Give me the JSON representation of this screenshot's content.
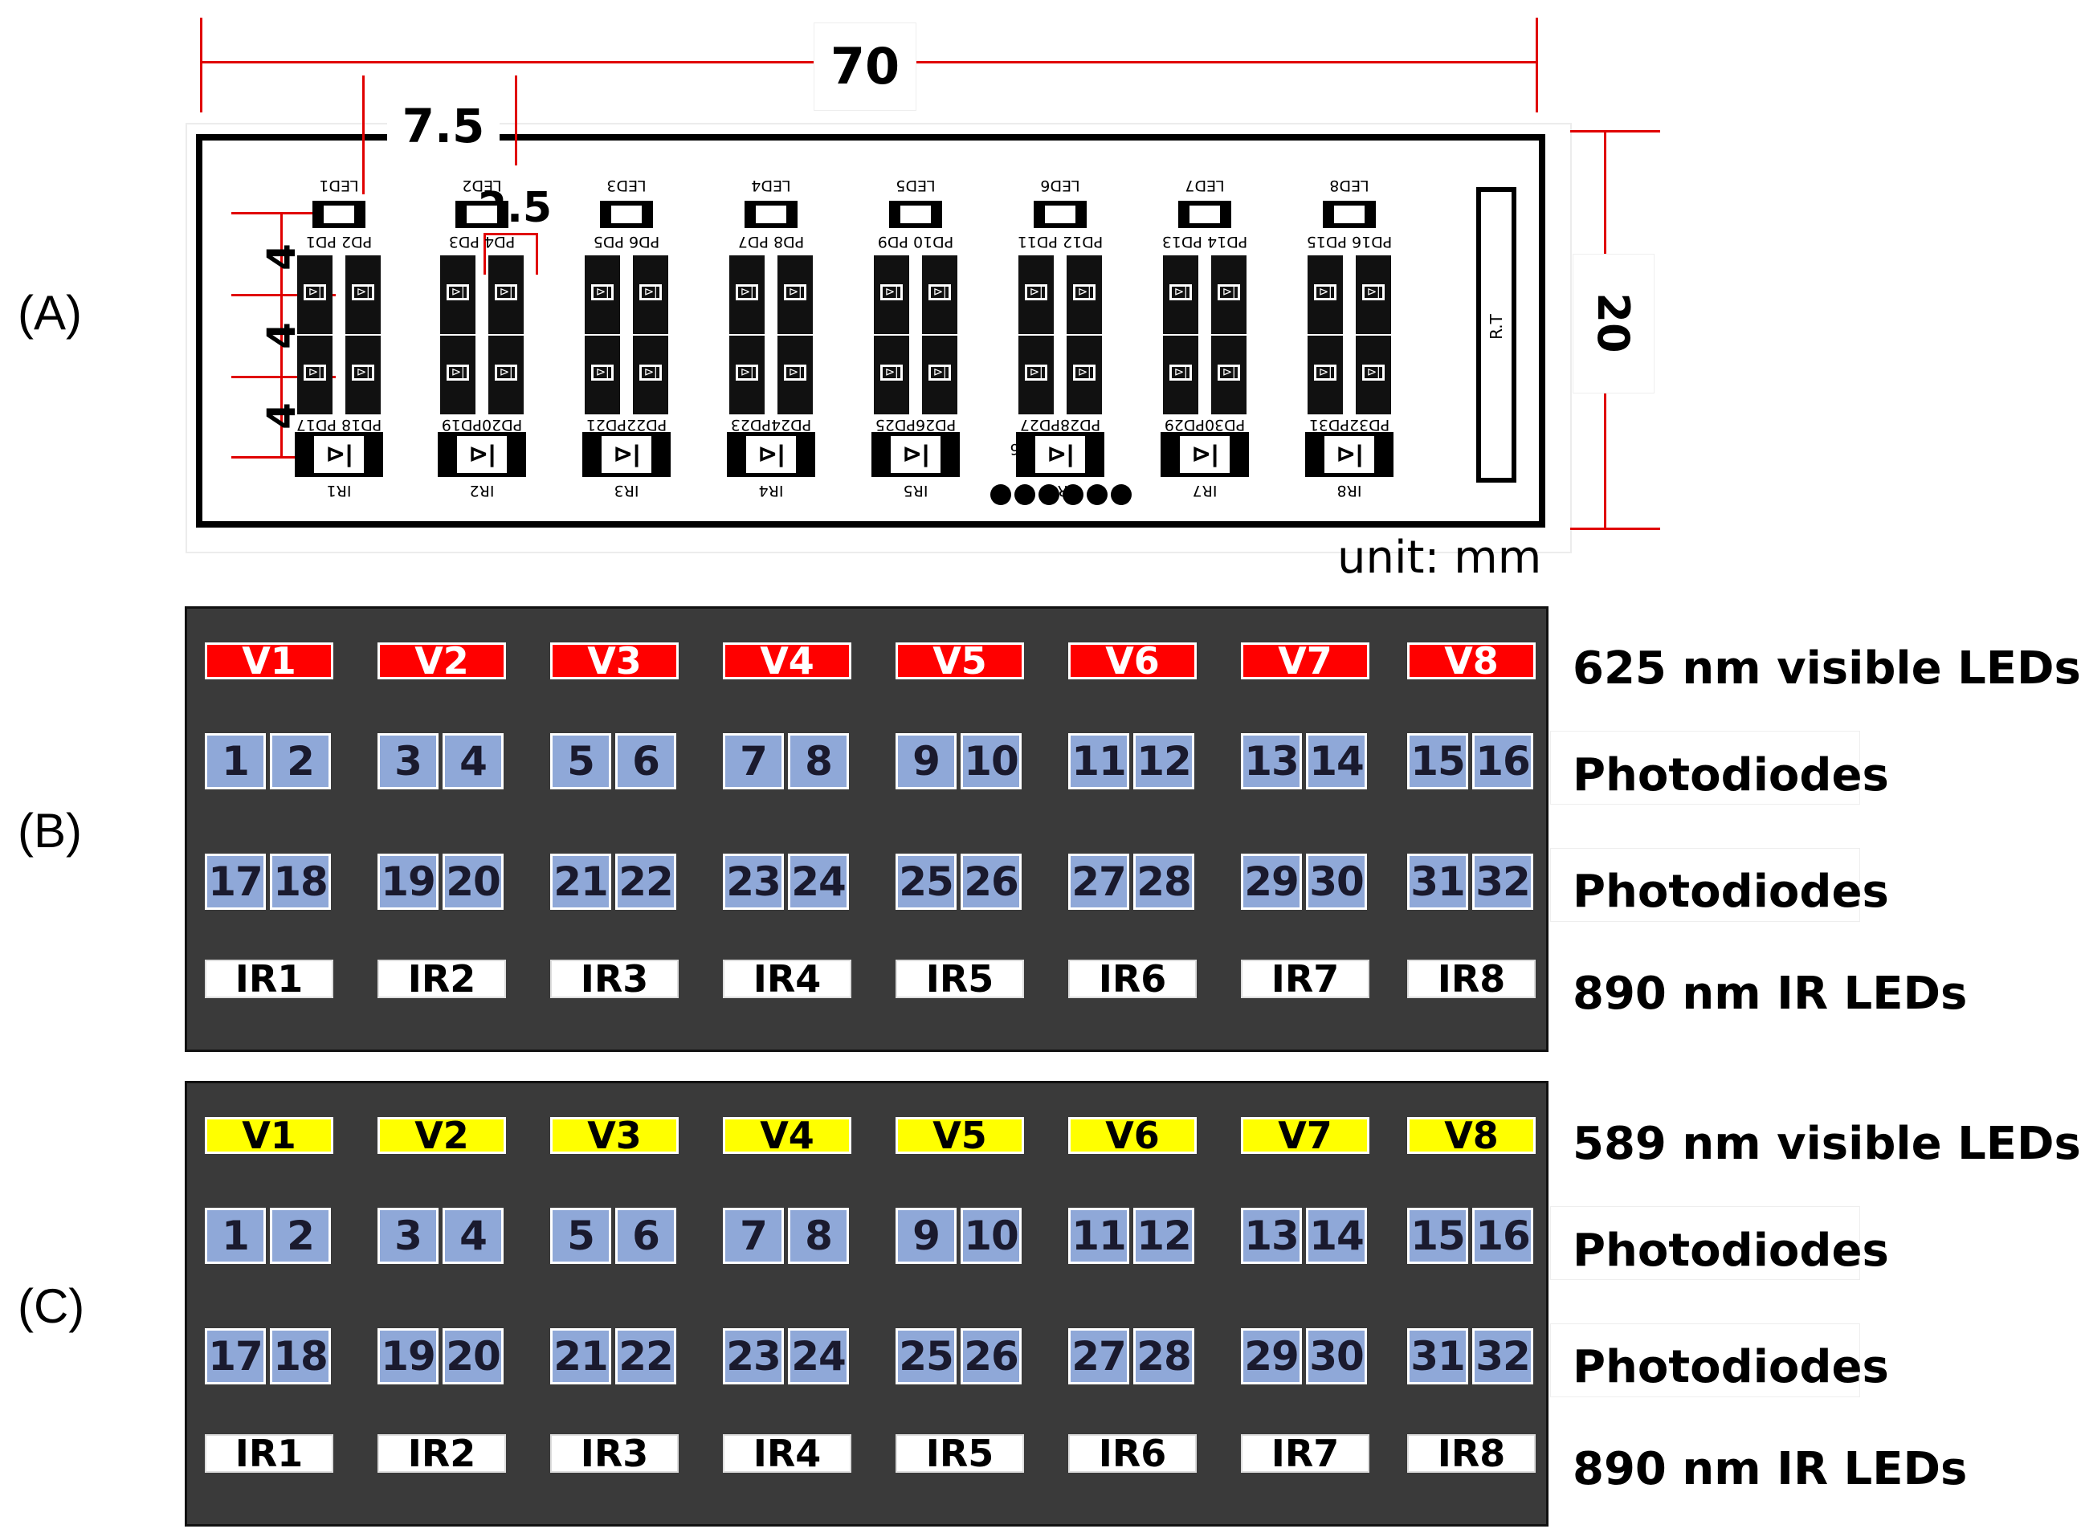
{
  "panels": {
    "a": "(A)",
    "b": "(B)",
    "c": "(C)"
  },
  "dims": {
    "width": "70",
    "pitch": "7.5",
    "pd_gap": "2.5",
    "height": "20",
    "row_pitch": "4",
    "unit": "unit: mm"
  },
  "pcb": {
    "leds": [
      "LED1",
      "LED2",
      "LED3",
      "LED4",
      "LED5",
      "LED6",
      "LED7",
      "LED8"
    ],
    "pd_top_pairs": [
      "PD2  PD1",
      "PD4  PD3",
      "PD6  PD5",
      "PD8  PD7",
      "PD10 PD9",
      "PD12 PD11",
      "PD14 PD13",
      "PD16 PD15"
    ],
    "pd_bottom_pairs": [
      "PD18 PD17",
      "PD20PD19",
      "PD22PD21",
      "PD24PD23",
      "PD26PD25",
      "PD28PD27",
      "PD30PD29",
      "PD32PD31"
    ],
    "irs": [
      "IR1",
      "IR2",
      "IR3",
      "IR4",
      "IR5",
      "IR6",
      "IR7",
      "IR8"
    ],
    "ir6_side": "IR6",
    "ref": "R.T",
    "diode_glyph": "⊳|"
  },
  "panel_b": {
    "led_color": "#ff0000",
    "led_text_color": "#ffffff",
    "visible_leds": [
      "V1",
      "V2",
      "V3",
      "V4",
      "V5",
      "V6",
      "V7",
      "V8"
    ],
    "pd_row1": [
      [
        "1",
        "2"
      ],
      [
        "3",
        "4"
      ],
      [
        "5",
        "6"
      ],
      [
        "7",
        "8"
      ],
      [
        "9",
        "10"
      ],
      [
        "11",
        "12"
      ],
      [
        "13",
        "14"
      ],
      [
        "15",
        "16"
      ]
    ],
    "pd_row2": [
      [
        "17",
        "18"
      ],
      [
        "19",
        "20"
      ],
      [
        "21",
        "22"
      ],
      [
        "23",
        "24"
      ],
      [
        "25",
        "26"
      ],
      [
        "27",
        "28"
      ],
      [
        "29",
        "30"
      ],
      [
        "31",
        "32"
      ]
    ],
    "ir_leds": [
      "IR1",
      "IR2",
      "IR3",
      "IR4",
      "IR5",
      "IR6",
      "IR7",
      "IR8"
    ],
    "labels": {
      "visible": "625 nm visible LEDs",
      "pd1": "Photodiodes",
      "pd2": "Photodiodes",
      "ir": "890 nm IR LEDs"
    }
  },
  "panel_c": {
    "led_color": "#ffff00",
    "led_text_color": "#000000",
    "visible_leds": [
      "V1",
      "V2",
      "V3",
      "V4",
      "V5",
      "V6",
      "V7",
      "V8"
    ],
    "pd_row1": [
      [
        "1",
        "2"
      ],
      [
        "3",
        "4"
      ],
      [
        "5",
        "6"
      ],
      [
        "7",
        "8"
      ],
      [
        "9",
        "10"
      ],
      [
        "11",
        "12"
      ],
      [
        "13",
        "14"
      ],
      [
        "15",
        "16"
      ]
    ],
    "pd_row2": [
      [
        "17",
        "18"
      ],
      [
        "19",
        "20"
      ],
      [
        "21",
        "22"
      ],
      [
        "23",
        "24"
      ],
      [
        "25",
        "26"
      ],
      [
        "27",
        "28"
      ],
      [
        "29",
        "30"
      ],
      [
        "31",
        "32"
      ]
    ],
    "ir_leds": [
      "IR1",
      "IR2",
      "IR3",
      "IR4",
      "IR5",
      "IR6",
      "IR7",
      "IR8"
    ],
    "labels": {
      "visible": "589 nm visible LEDs",
      "pd1": "Photodiodes",
      "pd2": "Photodiodes",
      "ir": "890 nm IR LEDs"
    }
  }
}
